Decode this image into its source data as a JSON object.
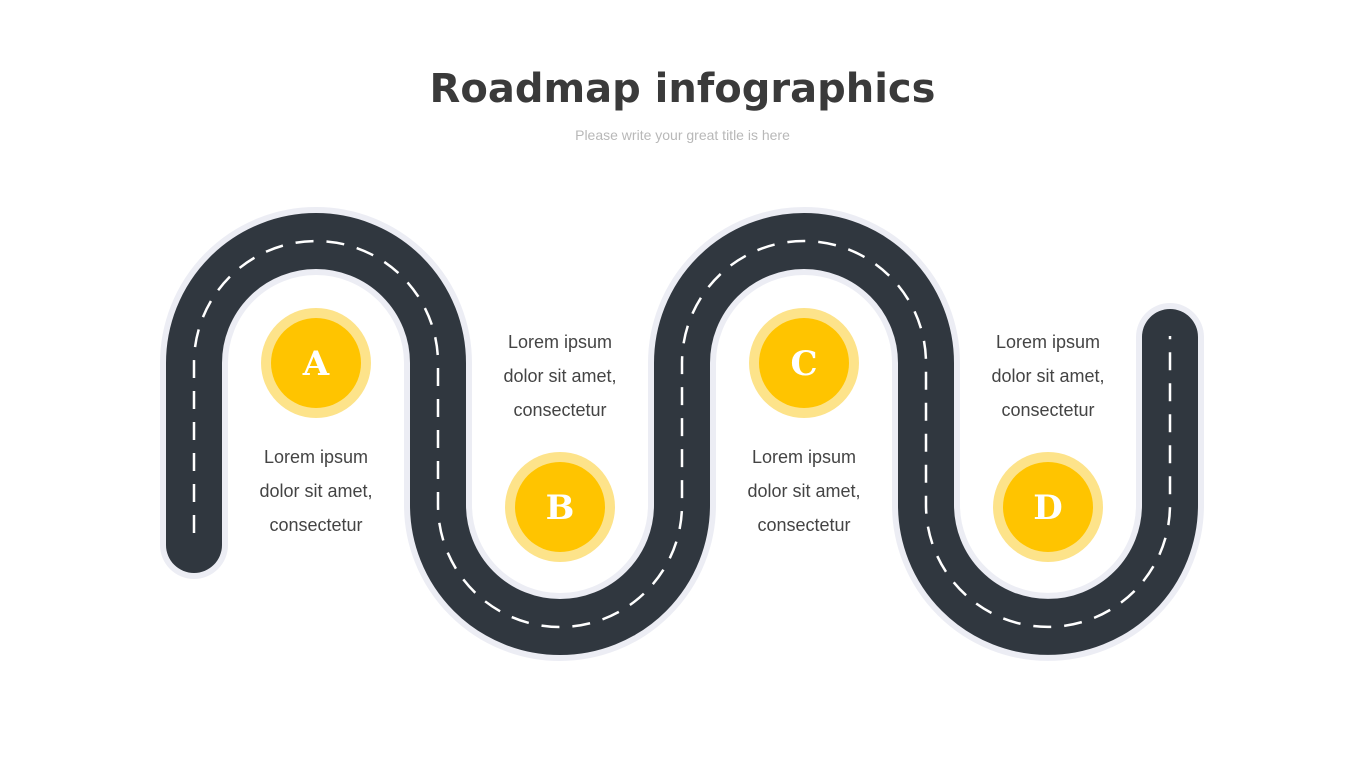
{
  "header": {
    "title": "Roadmap infographics",
    "subtitle": "Please write your great title is here"
  },
  "colors": {
    "road": "#30373f",
    "road_edge": "#ecedf4",
    "lane": "#ffffff",
    "marker_outer": "#fde38a",
    "marker_inner": "#ffc400"
  },
  "steps": [
    {
      "letter": "A",
      "lines": [
        "Lorem ipsum",
        "dolor sit amet,",
        "consectetur"
      ]
    },
    {
      "letter": "B",
      "lines": [
        "Lorem ipsum",
        "dolor sit amet,",
        "consectetur"
      ]
    },
    {
      "letter": "C",
      "lines": [
        "Lorem ipsum",
        "dolor sit amet,",
        "consectetur"
      ]
    },
    {
      "letter": "D",
      "lines": [
        "Lorem ipsum",
        "dolor sit amet,",
        "consectetur"
      ]
    }
  ]
}
